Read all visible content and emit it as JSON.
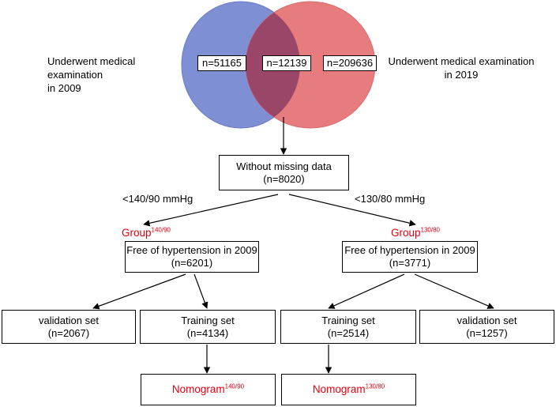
{
  "venn": {
    "left_count": "n=51165",
    "overlap_count": "n=12139",
    "right_count": "n=209636",
    "left_caption_line1": "Underwent medical examination",
    "left_caption_line2": "in 2009",
    "right_caption_line1": "Underwent medical examination",
    "right_caption_line2": "in 2019",
    "left_color": "#7f8fd3",
    "right_color": "#e77c7e",
    "overlap_color": "#9a4669"
  },
  "nodes": {
    "no_missing": {
      "line1": "Without missing data",
      "line2": "(n=8020)"
    },
    "left_free": {
      "line1": "Free of hypertension in 2009",
      "line2": "(n=6201)"
    },
    "right_free": {
      "line1": "Free of hypertension in 2009",
      "line2": "(n=3771)"
    },
    "left_validation": {
      "line1": "validation set",
      "line2": "(n=2067)"
    },
    "left_training": {
      "line1": "Training set",
      "line2": "(n=4134)"
    },
    "right_training": {
      "line1": "Training set",
      "line2": "(n=2514)"
    },
    "right_validation": {
      "line1": "validation set",
      "line2": "(n=1257)"
    },
    "left_nomogram": {
      "main": "Nomogram",
      "sup": "140/90"
    },
    "right_nomogram": {
      "main": "Nomogram",
      "sup": "130/80"
    }
  },
  "edges": {
    "left_threshold": "<140/90 mmHg",
    "right_threshold": "<130/80 mmHg"
  },
  "groups": {
    "left": {
      "main": "Group",
      "sup": "140/90"
    },
    "right": {
      "main": "Group",
      "sup": "130/80"
    }
  },
  "colors": {
    "accent_red": "#e3000f"
  }
}
